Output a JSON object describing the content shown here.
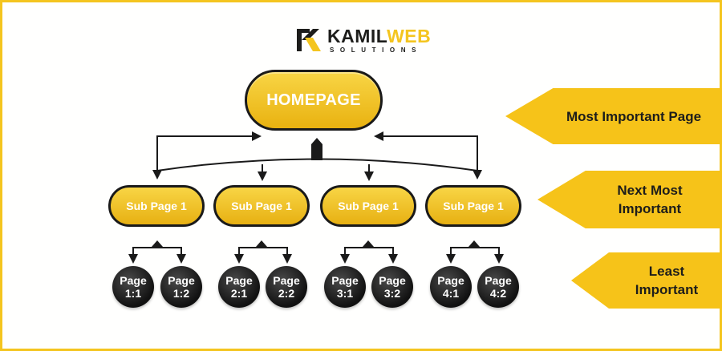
{
  "brand": {
    "name_part1": "KAMIL",
    "name_part2": "WEB",
    "tagline": "SOLUTIONS",
    "colors": {
      "accent": "#f4c51f",
      "dark": "#1d1d1b"
    }
  },
  "homepage": {
    "label": "HOMEPAGE"
  },
  "sub_pages": [
    {
      "label": "Sub Page 1"
    },
    {
      "label": "Sub Page 1"
    },
    {
      "label": "Sub Page 1"
    },
    {
      "label": "Sub Page 1"
    }
  ],
  "leaf_pages": [
    {
      "line1": "Page",
      "line2": "1:1"
    },
    {
      "line1": "Page",
      "line2": "1:2"
    },
    {
      "line1": "Page",
      "line2": "2:1"
    },
    {
      "line1": "Page",
      "line2": "2:2"
    },
    {
      "line1": "Page",
      "line2": "3:1"
    },
    {
      "line1": "Page",
      "line2": "3:2"
    },
    {
      "line1": "Page",
      "line2": "4:1"
    },
    {
      "line1": "Page",
      "line2": "4:2"
    }
  ],
  "importance_tags": [
    {
      "line1": "Most Important Page",
      "line2": ""
    },
    {
      "line1": "Next Most",
      "line2": "Important"
    },
    {
      "line1": "Least",
      "line2": "Important"
    }
  ]
}
